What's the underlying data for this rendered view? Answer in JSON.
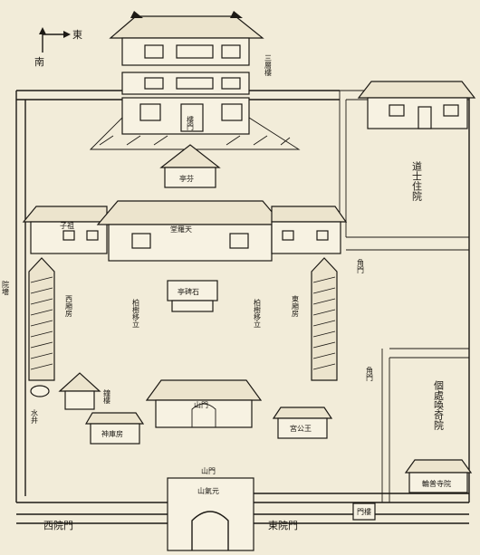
{
  "compass": {
    "east": "東",
    "south": "南"
  },
  "tower": {
    "side_label": "三層樓",
    "door_label": "樓門"
  },
  "pavilion": {
    "label": "亭芬"
  },
  "main_hall": {
    "label": "堂羅天",
    "side_label": "子祖"
  },
  "stele": {
    "label": "亭碑石"
  },
  "west_wing": {
    "label": "西廂房"
  },
  "east_wing": {
    "label": "東廂房"
  },
  "cypress_left": {
    "label": "柏樹移立"
  },
  "cypress_right": {
    "label": "柏樹移立"
  },
  "well": {
    "label": "水井"
  },
  "bell_tower": {
    "label": "鐘樓"
  },
  "small_hall_left": {
    "label": "神庫房"
  },
  "inner_gate": {
    "label": "山門"
  },
  "east_small_hall": {
    "label": "宮公王"
  },
  "daoshi_court": {
    "label": "道士住院"
  },
  "gate_right1": {
    "label": "角門"
  },
  "gate_right2": {
    "label": "角門"
  },
  "right_court": {
    "label": "個處喚奇院"
  },
  "small_right_hall": {
    "label": "輪普寺院"
  },
  "mountain_gate": {
    "top_label": "山門",
    "plaque": "山氣元"
  },
  "west_gate": {
    "label": "西院門"
  },
  "east_gate": {
    "label": "東院門"
  },
  "shrine_box": {
    "label": "門樓"
  },
  "west_wall": {
    "label": "院墻"
  }
}
